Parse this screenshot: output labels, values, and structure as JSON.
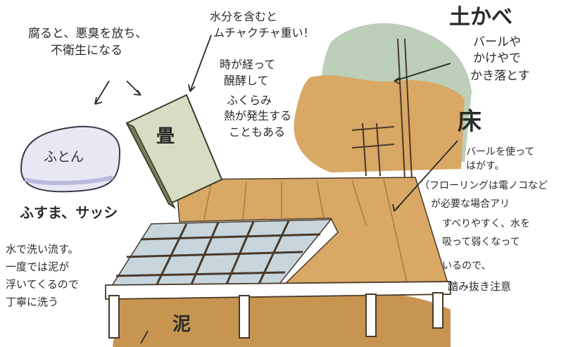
{
  "futon": {
    "label": "ふとん",
    "note_line1": "腐ると、悪臭を放ち、",
    "note_line2": "不衛生になる"
  },
  "tatami": {
    "label": "畳",
    "note_line1": "水分を含むと",
    "note_line2": "ムチャクチャ重い！",
    "note_line3": "時が経って",
    "note_line4": "醗酵して",
    "note_line5": "ふくらみ",
    "note_line6": "熱が発生する",
    "note_line7": "こともある"
  },
  "wall": {
    "title": "土かべ",
    "note_line1": "バールや",
    "note_line2": "かけやで",
    "note_line3": "かき落とす"
  },
  "floor": {
    "title": "床",
    "note_line1": "バールを使って",
    "note_line2": "はがす。",
    "note_line3": "（フローリングは電ノコなど",
    "note_line4": "が必要な場合アリ",
    "note_line5": "すべりやすく、水を",
    "note_line6": "吸って弱くなって",
    "note_line7": "いるので、",
    "note_line8": "踏み抜き注意"
  },
  "fusuma": {
    "title": "ふすま、サッシ",
    "note_line1": "水で洗い流す。",
    "note_line2": "一度では泥が",
    "note_line3": "浮いてくるので",
    "note_line4": "丁寧に洗う"
  },
  "mud": {
    "label": "泥"
  },
  "colors": {
    "floor_tan": "#d9a865",
    "mud_brown": "#c89550",
    "wall_green": "#bccfb8",
    "water_blue": "#c7d6dd",
    "tatami_green": "#d8dcc2",
    "futon_lilac": "#dcdcf0",
    "ink": "#2a2a2a"
  }
}
